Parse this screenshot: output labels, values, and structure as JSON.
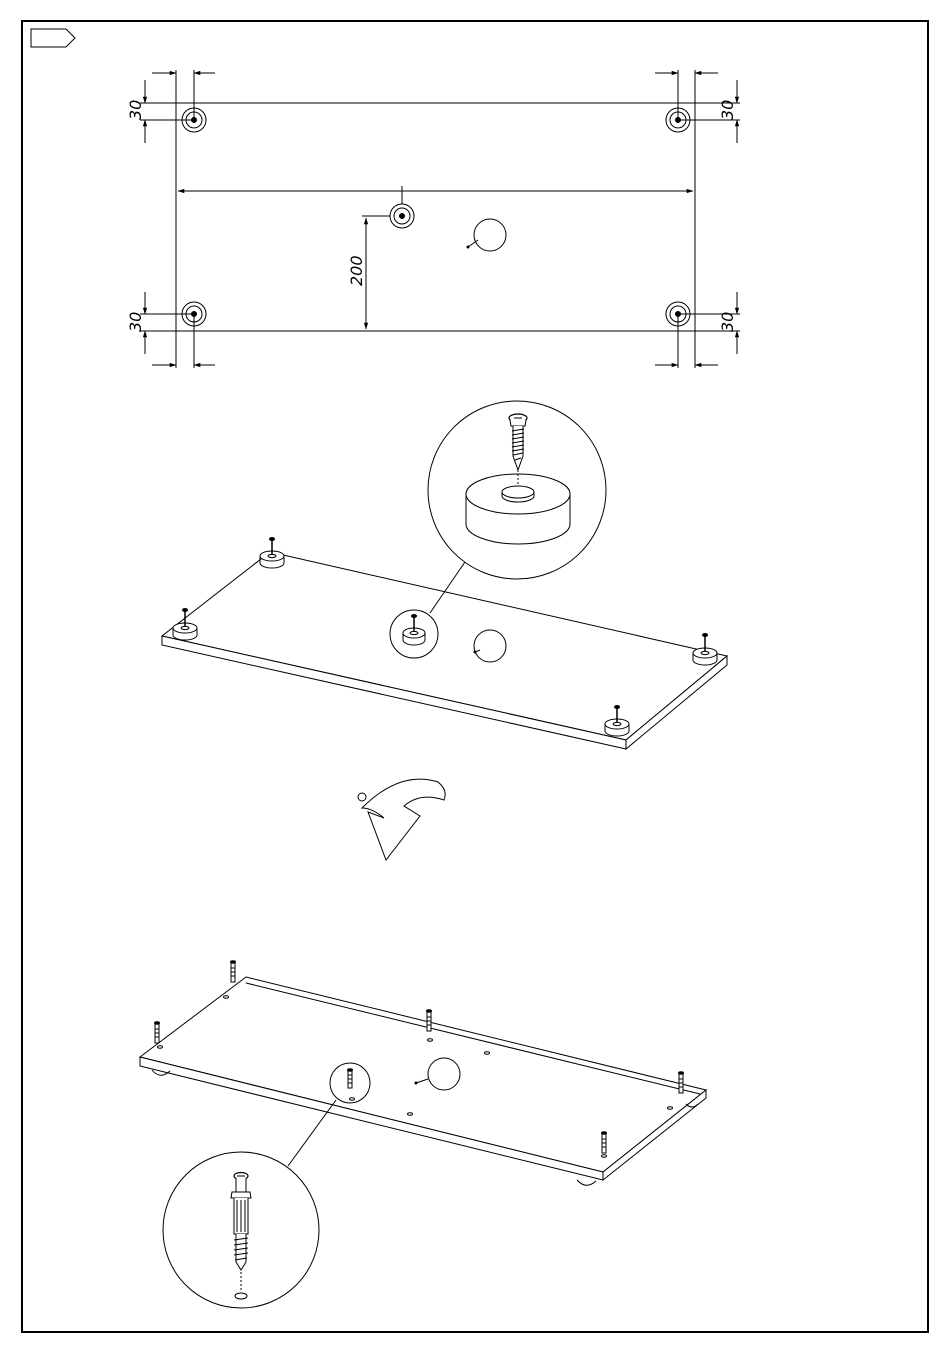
{
  "dimensions": {
    "corner_top_left_y": "30",
    "corner_top_right_y": "30",
    "corner_bottom_left_y": "30",
    "corner_bottom_right_y": "30",
    "center_offset": "200"
  },
  "colors": {
    "line": "#000000",
    "paper": "#ffffff"
  }
}
